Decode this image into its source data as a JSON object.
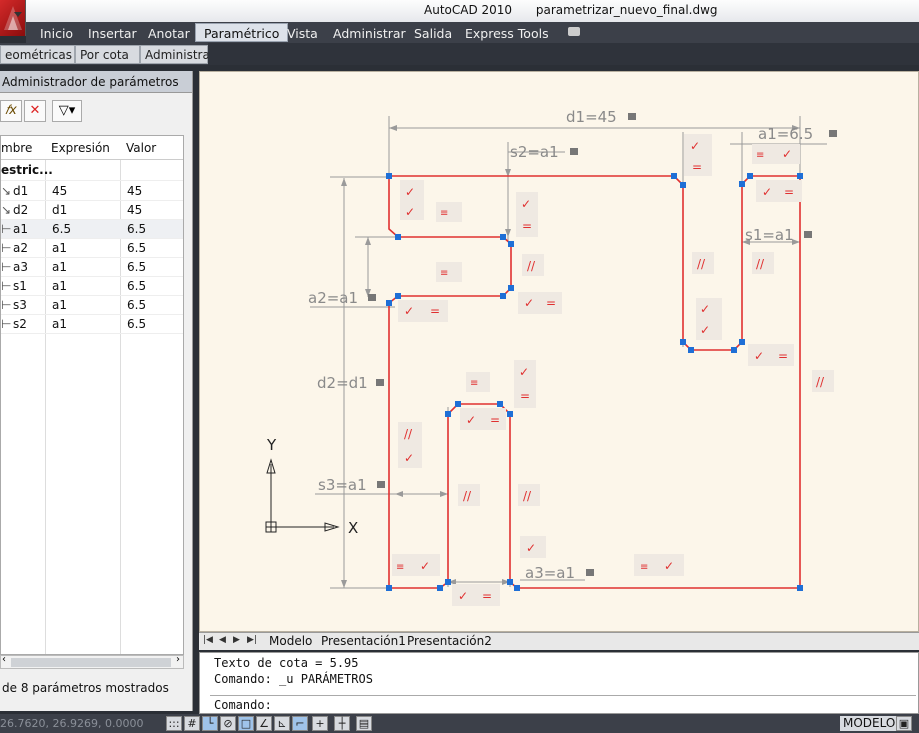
{
  "window": {
    "app_title": "AutoCAD 2010",
    "file_name": "parametrizar_nuevo_final.dwg"
  },
  "ribbon": {
    "tabs": [
      {
        "label": "Inicio",
        "active": false
      },
      {
        "label": "Insertar",
        "active": false
      },
      {
        "label": "Anotar",
        "active": false
      },
      {
        "label": "Paramétrico",
        "active": true
      },
      {
        "label": "Vista",
        "active": false
      },
      {
        "label": "Administrar",
        "active": false
      },
      {
        "label": "Salida",
        "active": false
      },
      {
        "label": "Express Tools",
        "active": false
      }
    ]
  },
  "panels": {
    "geometric": "eométricas",
    "dimensional": "Por cota",
    "manage": "Administrar"
  },
  "param_manager": {
    "title": "Administrador de parámetros",
    "columns": {
      "name": "mbre",
      "expression": "Expresión",
      "value": "Valor"
    },
    "group_label": "estric...",
    "rows": [
      {
        "name": "d1",
        "expression": "45",
        "value": "45"
      },
      {
        "name": "d2",
        "expression": "d1",
        "value": "45"
      },
      {
        "name": "a1",
        "expression": "6.5",
        "value": "6.5"
      },
      {
        "name": "a2",
        "expression": "a1",
        "value": "6.5"
      },
      {
        "name": "a3",
        "expression": "a1",
        "value": "6.5"
      },
      {
        "name": "s1",
        "expression": "a1",
        "value": "6.5"
      },
      {
        "name": "s3",
        "expression": "a1",
        "value": "6.5"
      },
      {
        "name": "s2",
        "expression": "a1",
        "value": "6.5"
      }
    ],
    "status": "de 8 parámetros mostrados"
  },
  "drawing": {
    "dims": {
      "d1": "d1=45",
      "a1": "a1=6.5",
      "s2": "s2=a1",
      "s1": "s1=a1",
      "a2": "a2=a1",
      "d2": "d2=d1",
      "s3": "s3=a1",
      "a3": "a3=a1"
    },
    "ucs_y": "Y",
    "ucs_x": "X",
    "geometry_color": "#e03030",
    "dimension_color": "#9a9a9a",
    "grip_color": "#1f6fd6"
  },
  "layout_tabs": [
    "Modelo",
    "Presentación1",
    "Presentación2"
  ],
  "command_line": {
    "line1": "Texto de cota = 5.95",
    "line2": "Comando: _u PARÁMETROS",
    "prompt": "Comando:"
  },
  "status_bar": {
    "coordinates": "26.7620, 26.9269, 0.0000",
    "model_label": "MODELO"
  }
}
